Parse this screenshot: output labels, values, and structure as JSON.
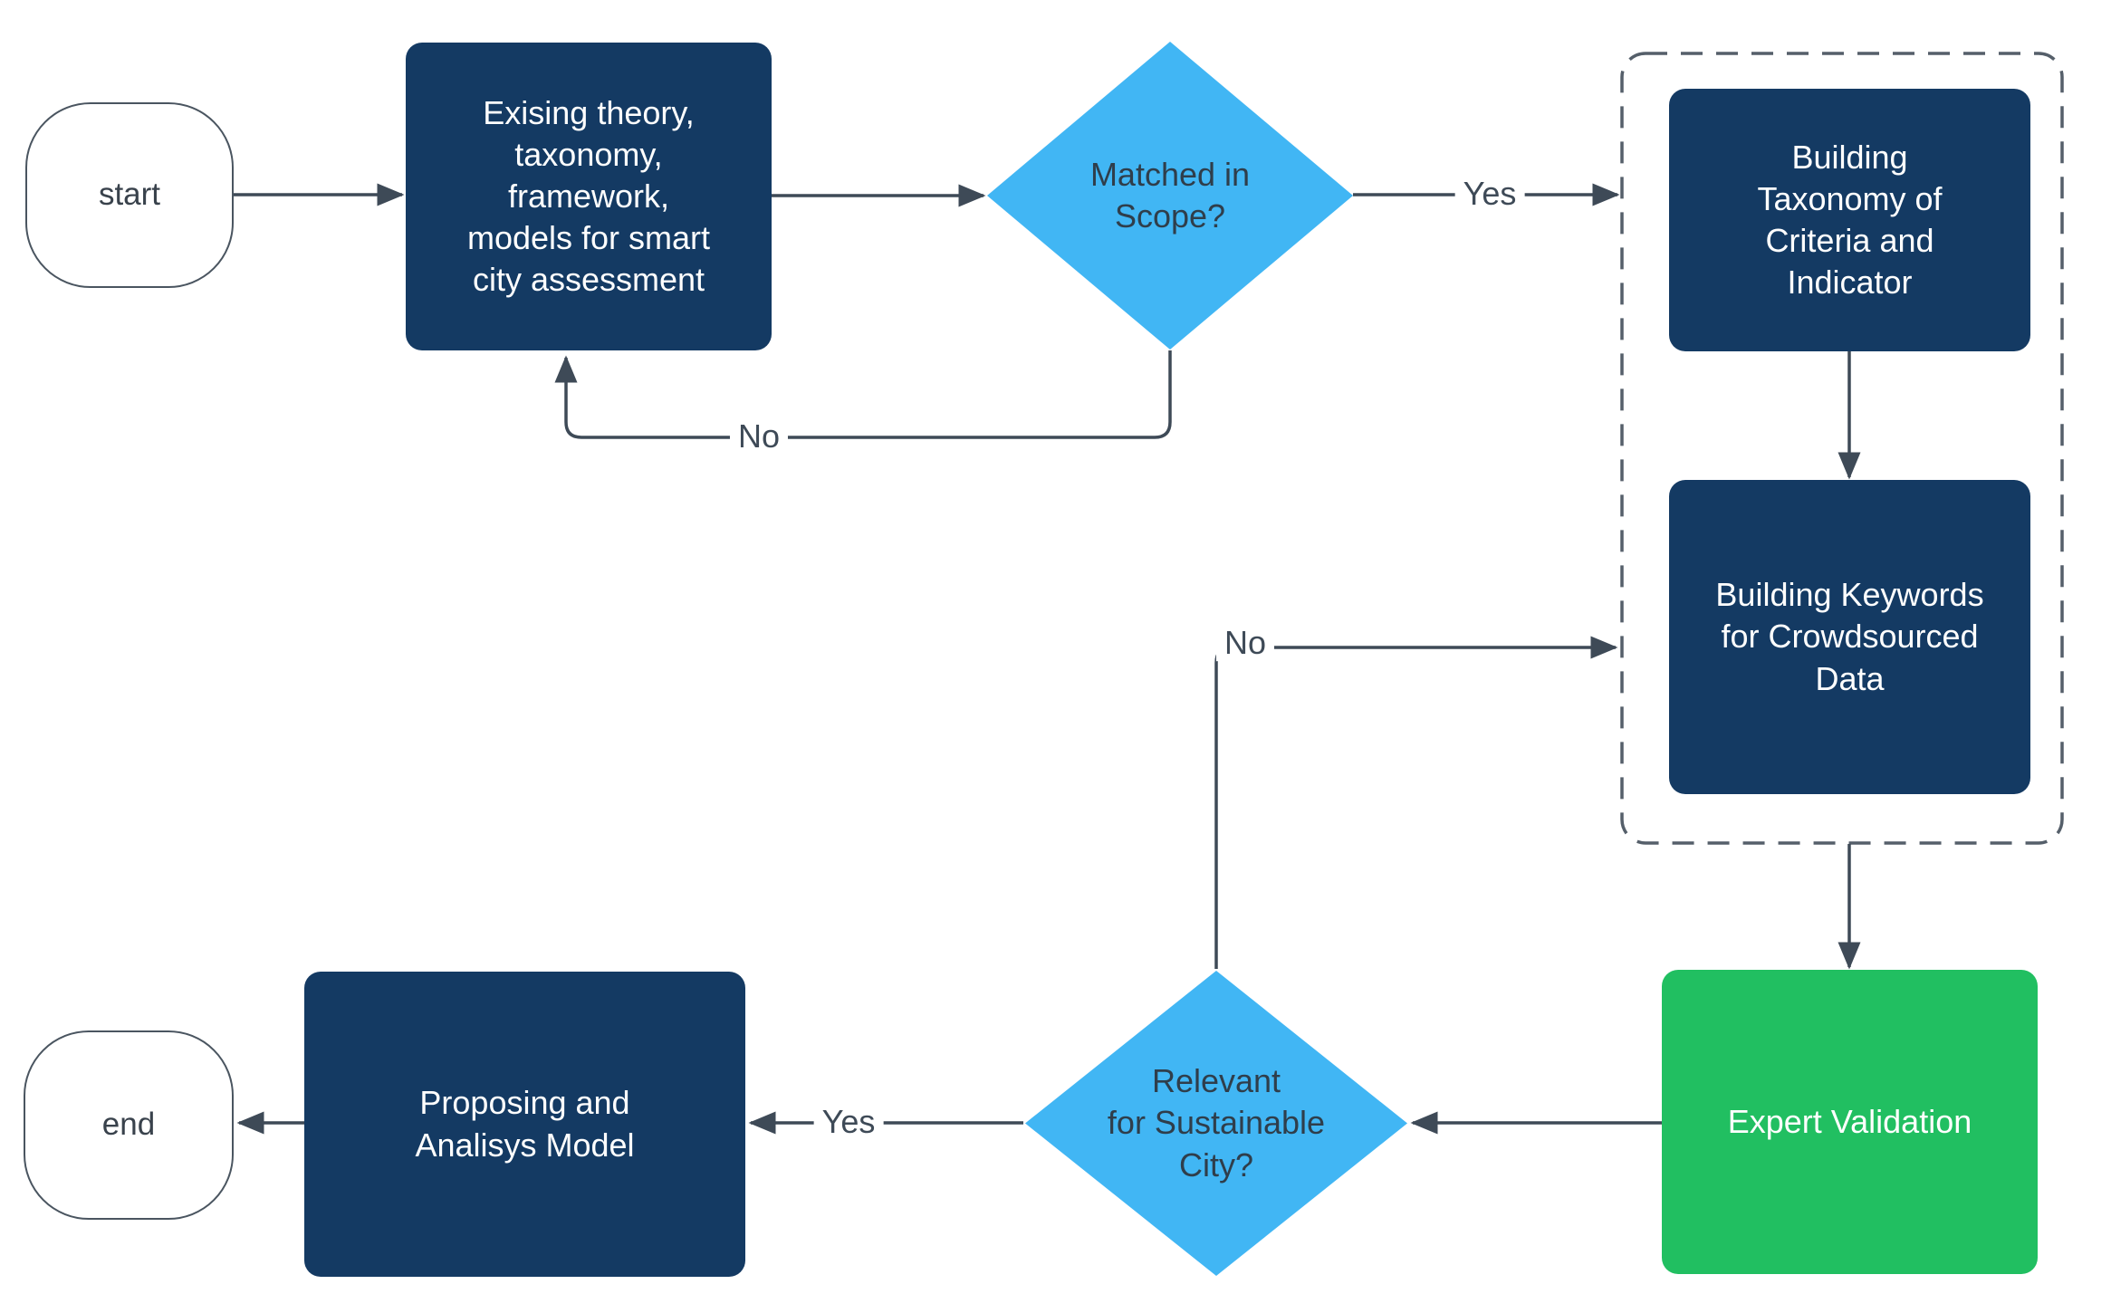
{
  "title": "Smart city assessment methodology flowchart",
  "nodes": {
    "start": {
      "label": "start",
      "type": "terminator"
    },
    "existing_theory": {
      "label": "Exising theory,\ntaxonomy,\nframework,\nmodels for smart\ncity assessment",
      "type": "process"
    },
    "matched_in_scope": {
      "label": "Matched in\nScope?",
      "type": "decision"
    },
    "building_taxonomy": {
      "label": "Building\nTaxonomy of\nCriteria and\nIndicator",
      "type": "process"
    },
    "building_keywords": {
      "label": "Building Keywords\nfor Crowdsourced\nData",
      "type": "process"
    },
    "expert_validation": {
      "label": "Expert Validation",
      "type": "process"
    },
    "relevant_for_sustainable_city": {
      "label": "Relevant\nfor Sustainable\nCity?",
      "type": "decision"
    },
    "proposing_analisys_model": {
      "label": "Proposing and\nAnalisys Model",
      "type": "process"
    },
    "end": {
      "label": "end",
      "type": "terminator"
    }
  },
  "edge_labels": {
    "matched_yes": "Yes",
    "matched_no": "No",
    "relevant_yes": "Yes",
    "relevant_no": "No"
  },
  "colors": {
    "navy": "#143a63",
    "blue": "#41b6f4",
    "green": "#21bf61",
    "line": "#3e4a57",
    "dashed-border": "#555f6a",
    "node-border": "#4a5560",
    "terminator-text": "#39424c",
    "diamond-text": "#2f3e4b",
    "canvas-bg": "#ffffff"
  }
}
